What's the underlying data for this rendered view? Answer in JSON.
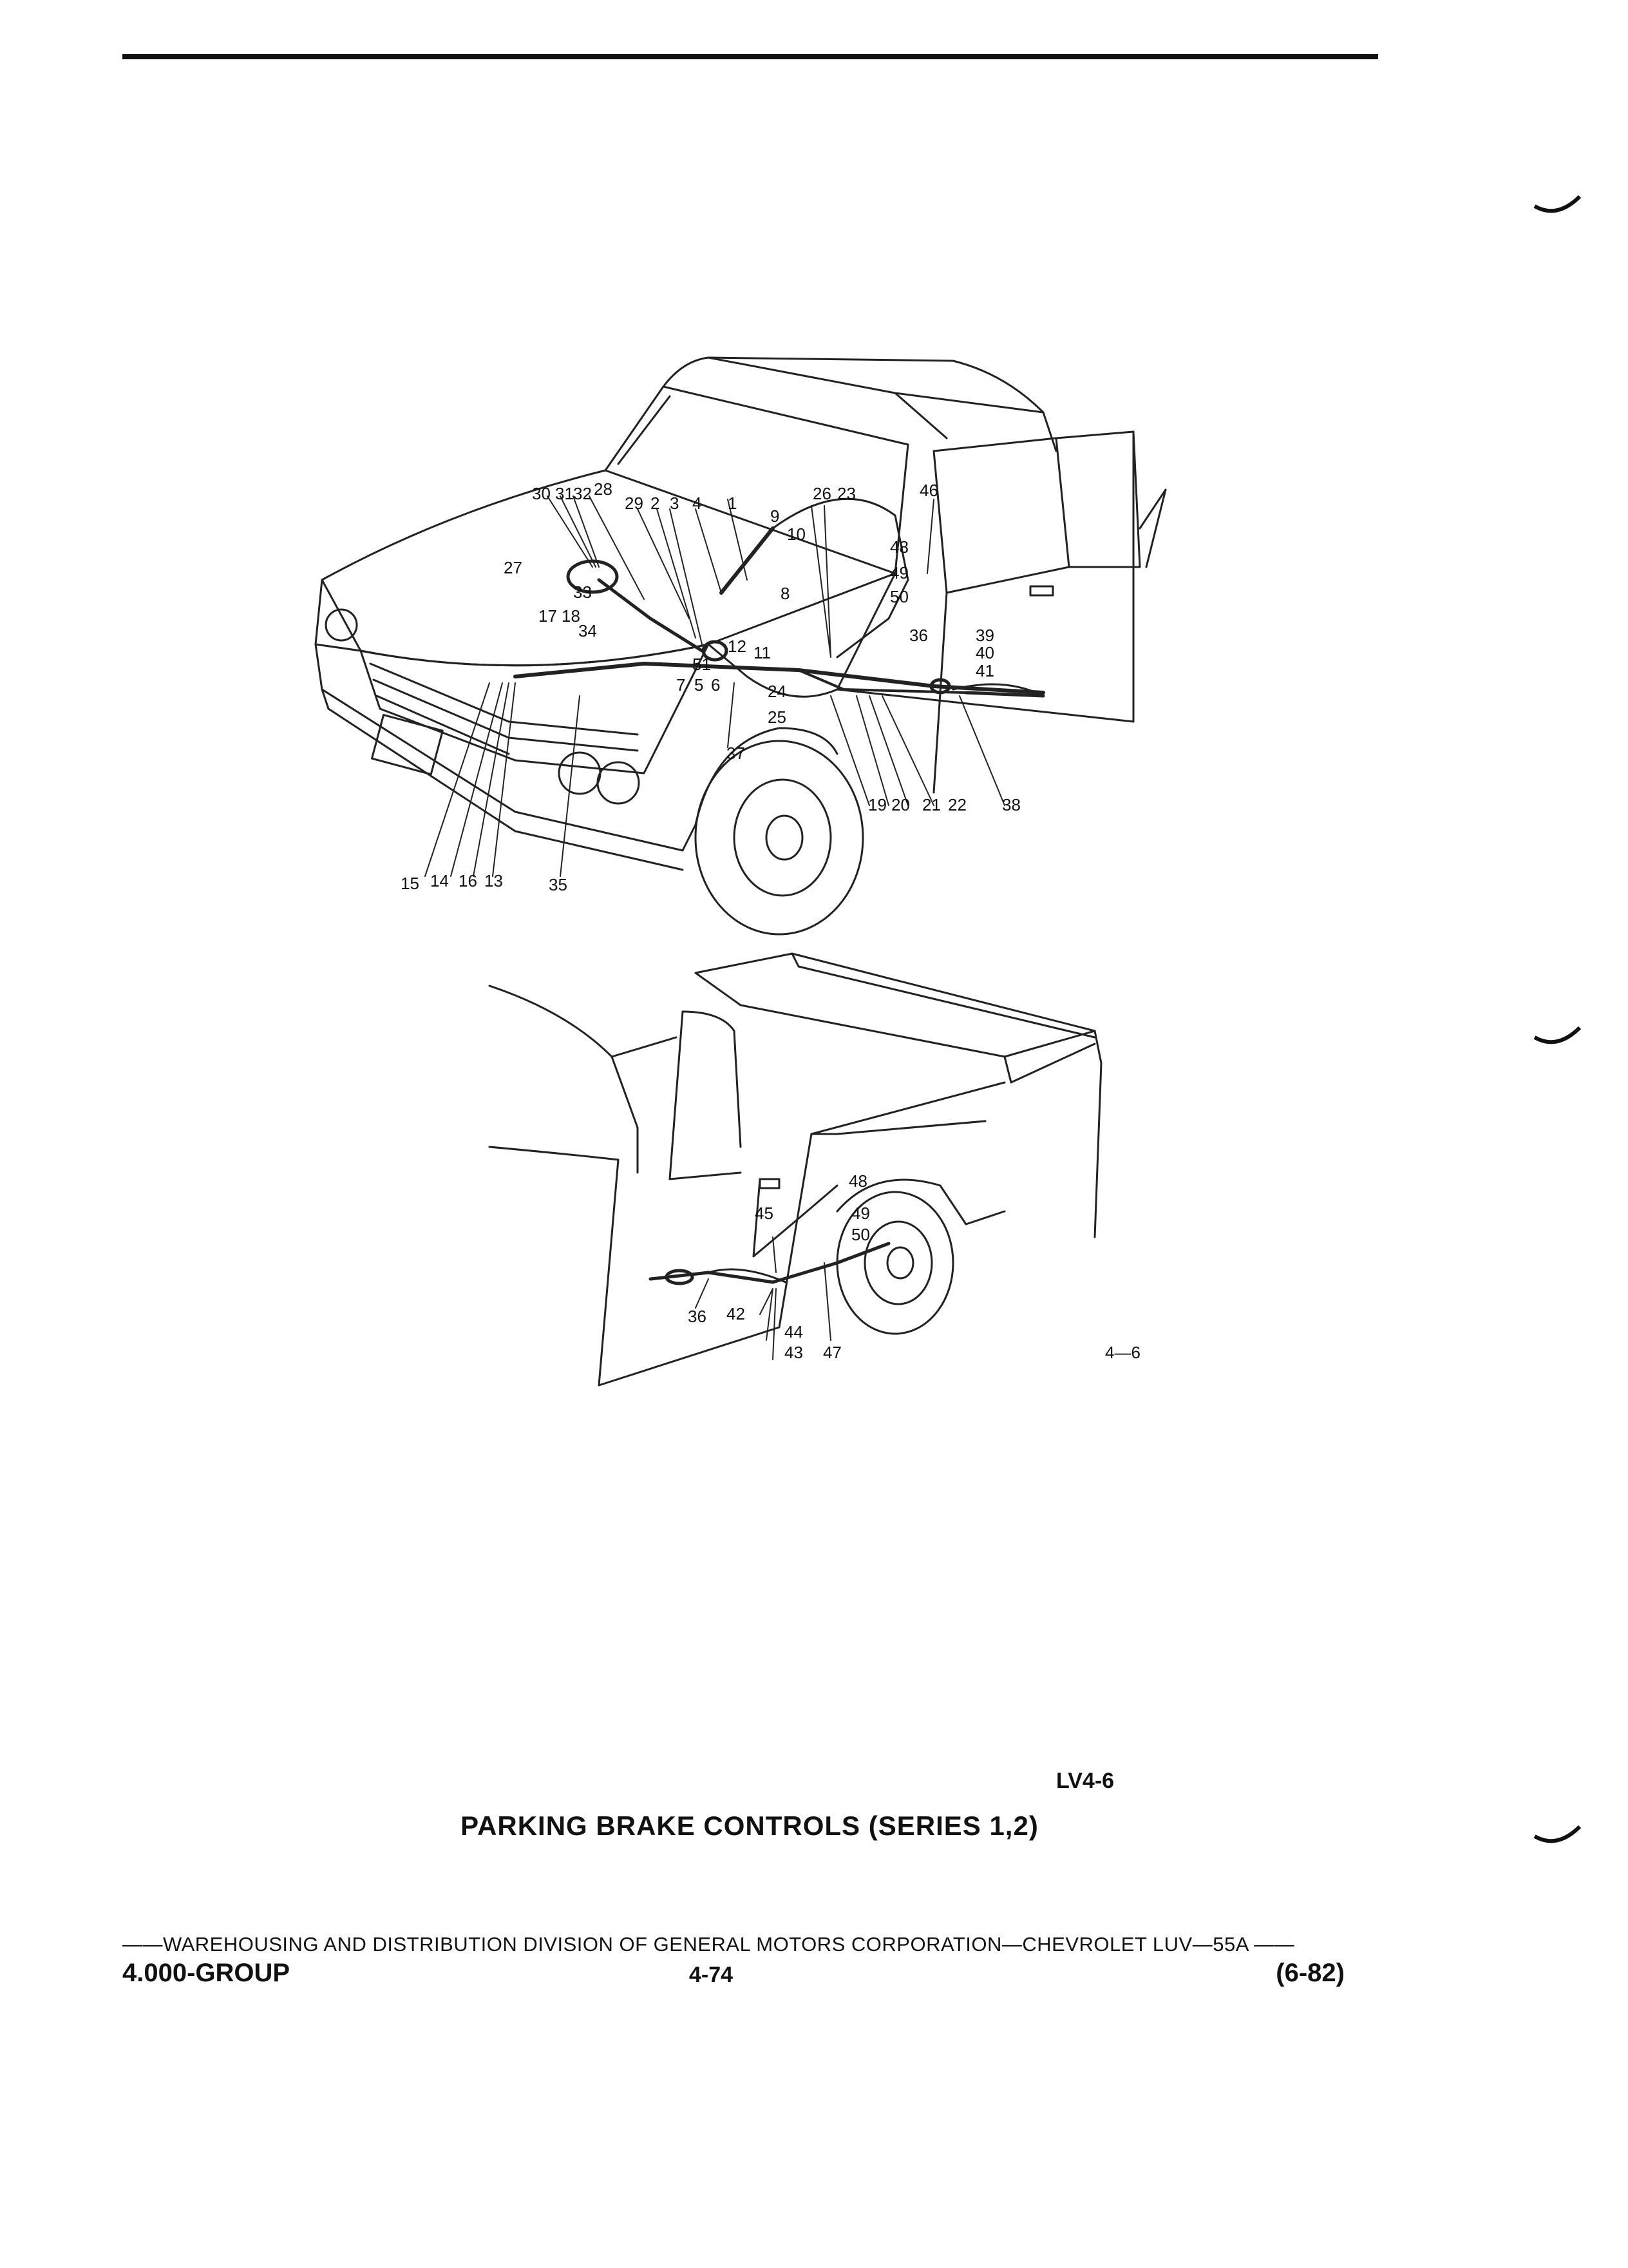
{
  "figure": {
    "number": "4—6",
    "code": "LV4-6",
    "front_callouts": [
      "30",
      "31",
      "32",
      "28",
      "29",
      "2",
      "3",
      "4",
      "1",
      "26",
      "23",
      "46",
      "9",
      "10",
      "48",
      "49",
      "50",
      "27",
      "33",
      "17",
      "18",
      "34",
      "8",
      "36",
      "39",
      "40",
      "41",
      "12",
      "51",
      "11",
      "7",
      "5",
      "6",
      "24",
      "25",
      "37",
      "19",
      "20",
      "21",
      "22",
      "38",
      "15",
      "14",
      "16",
      "13",
      "35"
    ],
    "rear_callouts": [
      "48",
      "49",
      "50",
      "45",
      "36",
      "42",
      "44",
      "43",
      "47"
    ]
  },
  "caption": "PARKING BRAKE CONTROLS (SERIES 1,2)",
  "footer": {
    "line": "——WAREHOUSING AND DISTRIBUTION DIVISION OF GENERAL MOTORS CORPORATION—CHEVROLET LUV—55A ——",
    "group": "4.000-GROUP",
    "page": "4-74",
    "date": "(6-82)"
  }
}
